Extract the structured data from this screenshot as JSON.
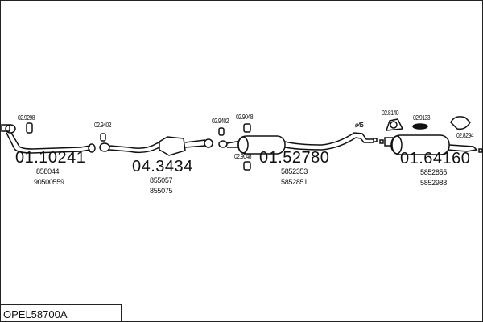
{
  "diagram_code": "OPEL58700A",
  "parts": [
    {
      "number": "01.10241",
      "refs": [
        "858044",
        "90500559"
      ]
    },
    {
      "number": "04.3434",
      "refs": [
        "855057",
        "855075"
      ]
    },
    {
      "number": "01.52780",
      "refs": [
        "5852353",
        "5852851"
      ]
    },
    {
      "number": "01.64160",
      "refs": [
        "5852855",
        "5852988"
      ]
    }
  ],
  "accessories": [
    "02.9298",
    "02.9402",
    "02.9402",
    "02.9048",
    "02.9048",
    "02.8140",
    "02.9133",
    "02.8294"
  ],
  "pipe_diameter": "ø45"
}
